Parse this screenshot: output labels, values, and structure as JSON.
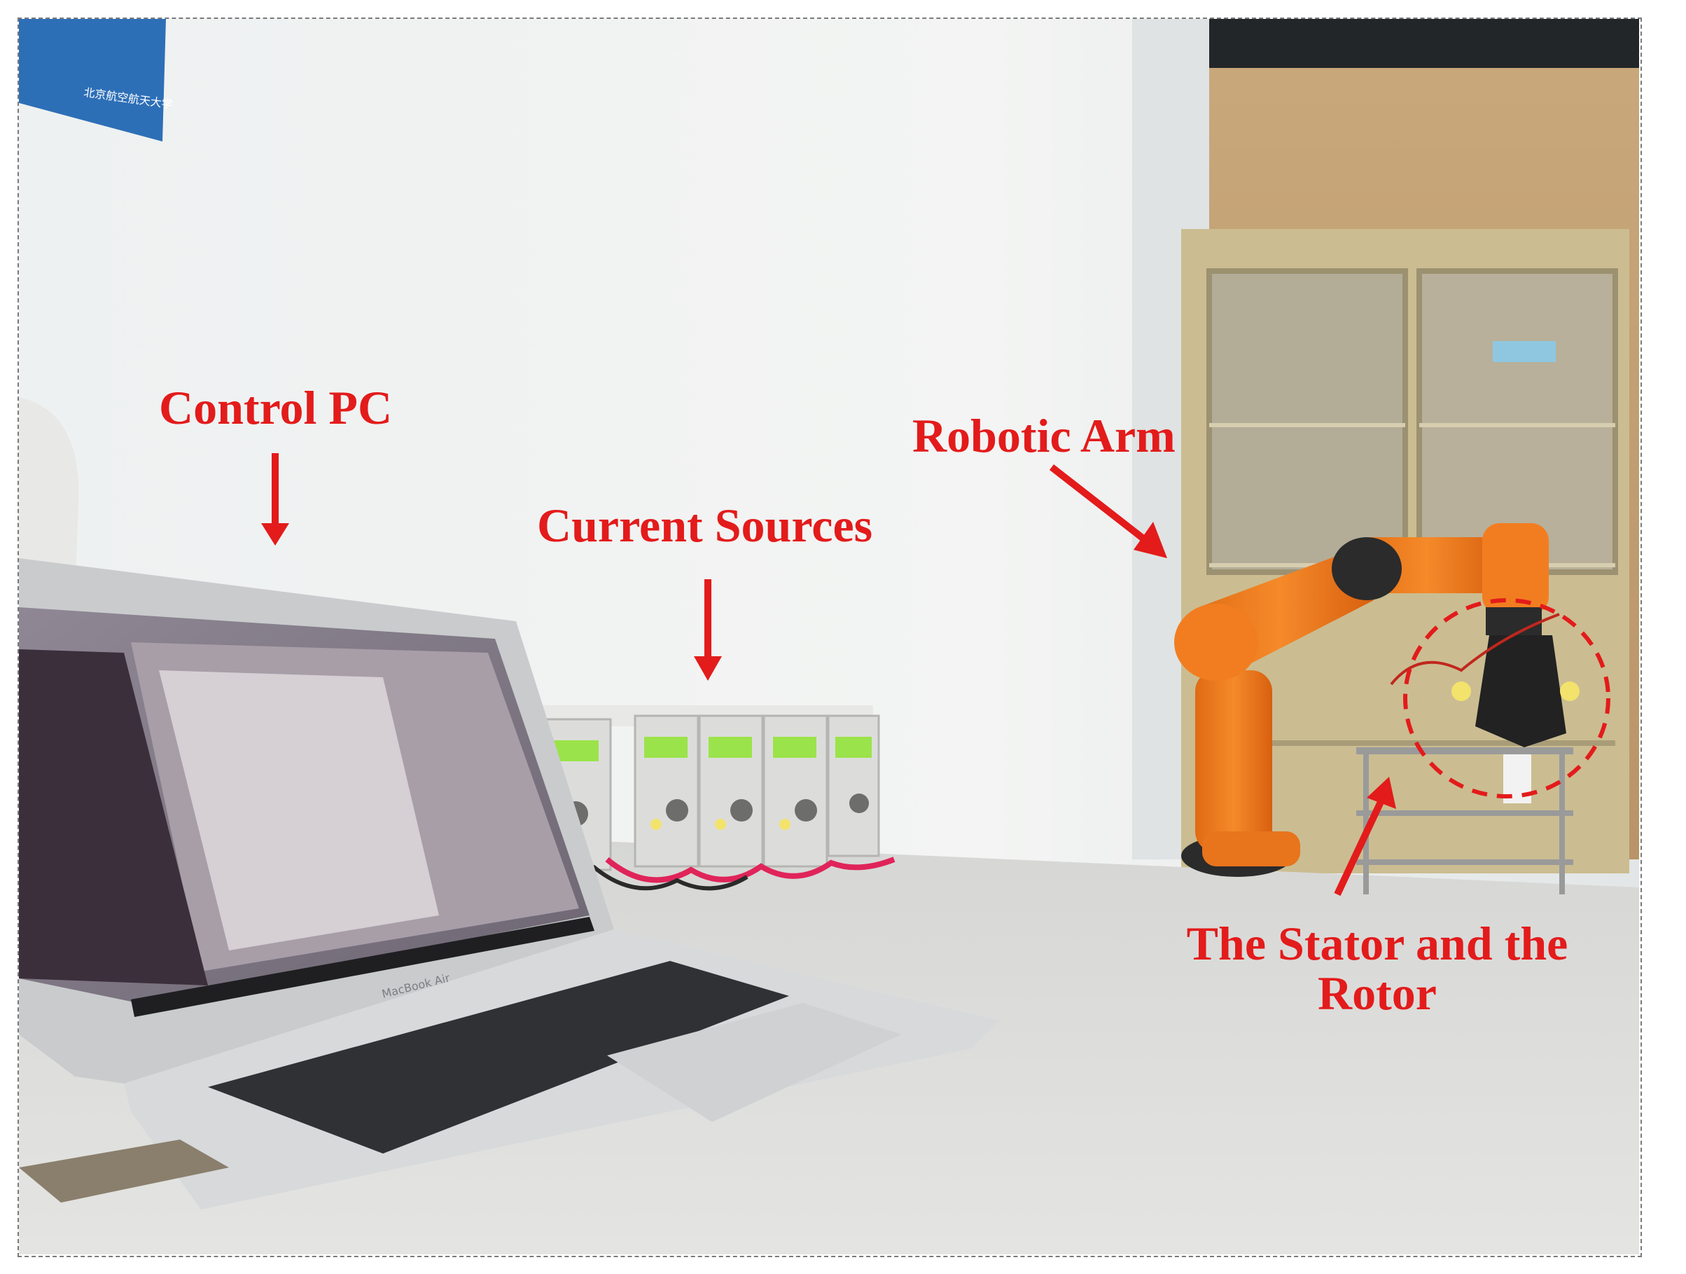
{
  "labels": {
    "control_pc": "Control PC",
    "current_sources": "Current Sources",
    "robotic_arm": "Robotic Arm",
    "stator_rotor": "The Stator and the Rotor"
  },
  "laptop": {
    "brand_text": "MacBook Air"
  },
  "poster": {
    "text": "北京航空航天大学"
  },
  "colors": {
    "annotation": "#e31b1b",
    "robot_arm": "#f07c1c",
    "wall": "#e9ecec",
    "cabinet": "#ccbf93",
    "table": "#d8d9d8",
    "psu_display": "#9be34a"
  }
}
